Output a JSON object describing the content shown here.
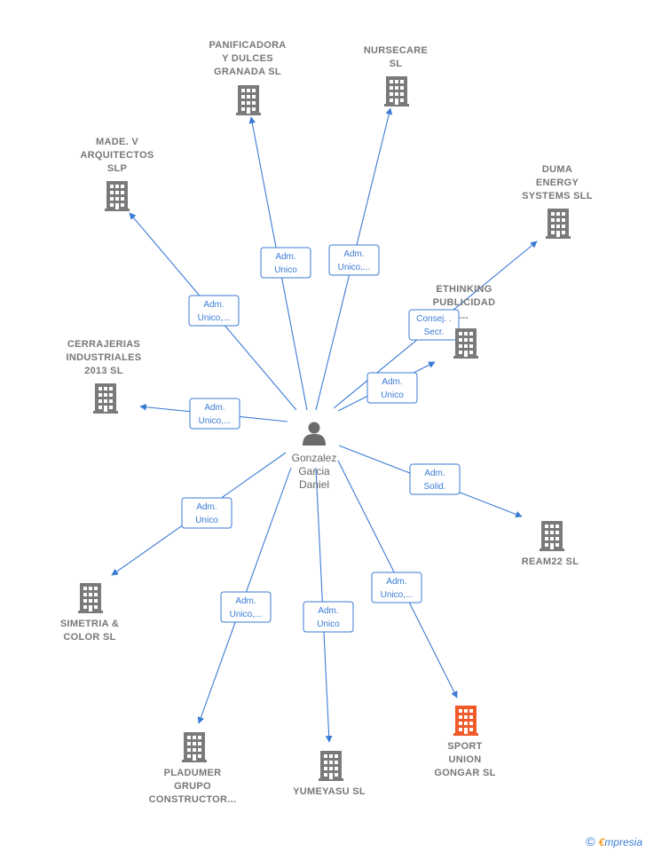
{
  "center": {
    "name_lines": [
      "Gonzalez",
      "Garcia",
      "Daniel"
    ],
    "icon": "person-icon"
  },
  "companies": [
    {
      "id": "panificadora",
      "lines": [
        "PANIFICADORA",
        "Y DULCES",
        "GRANADA SL"
      ],
      "highlight": false
    },
    {
      "id": "nursecare",
      "lines": [
        "NURSECARE",
        "SL"
      ],
      "highlight": false
    },
    {
      "id": "made",
      "lines": [
        "MADE.  V",
        "ARQUITECTOS",
        "SLP"
      ],
      "highlight": false
    },
    {
      "id": "duma",
      "lines": [
        "DUMA",
        "ENERGY",
        "SYSTEMS  SLL"
      ],
      "highlight": false
    },
    {
      "id": "ethinking",
      "lines": [
        "ETHINKING",
        "PUBLICIDAD",
        "..."
      ],
      "highlight": false
    },
    {
      "id": "cerrajerias",
      "lines": [
        "CERRAJERIAS",
        "INDUSTRIALES",
        "2013  SL"
      ],
      "highlight": false
    },
    {
      "id": "ream22",
      "lines": [
        "REAM22  SL"
      ],
      "highlight": false
    },
    {
      "id": "simetria",
      "lines": [
        "SIMETRIA &",
        "COLOR  SL"
      ],
      "highlight": false
    },
    {
      "id": "pladumer",
      "lines": [
        "PLADUMER",
        "GRUPO",
        "CONSTRUCTOR..."
      ],
      "highlight": false
    },
    {
      "id": "yumeyasu",
      "lines": [
        "YUMEYASU  SL"
      ],
      "highlight": false
    },
    {
      "id": "sport",
      "lines": [
        "SPORT",
        "UNION",
        "GONGAR  SL"
      ],
      "highlight": true
    }
  ],
  "relations": [
    {
      "to": "panificadora",
      "lines": [
        "Adm.",
        "Unico"
      ]
    },
    {
      "to": "nursecare",
      "lines": [
        "Adm.",
        "Unico,..."
      ]
    },
    {
      "to": "made",
      "lines": [
        "Adm.",
        "Unico,..."
      ]
    },
    {
      "to": "duma",
      "lines": [
        "Consej. .",
        "Secr."
      ]
    },
    {
      "to": "ethinking",
      "lines": [
        "Adm.",
        "Unico"
      ]
    },
    {
      "to": "cerrajerias",
      "lines": [
        "Adm.",
        "Unico,..."
      ]
    },
    {
      "to": "ream22",
      "lines": [
        "Adm.",
        "Solid."
      ]
    },
    {
      "to": "simetria",
      "lines": [
        "Adm.",
        "Unico"
      ]
    },
    {
      "to": "pladumer",
      "lines": [
        "Adm.",
        "Unico,..."
      ]
    },
    {
      "to": "yumeyasu",
      "lines": [
        "Adm.",
        "Unico"
      ]
    },
    {
      "to": "sport",
      "lines": [
        "Adm.",
        "Unico,..."
      ]
    }
  ],
  "colors": {
    "edge": "#3a7bd5",
    "building": "#7a7a7a",
    "building_highlight": "#f05a28",
    "label_border": "#3a7bd5"
  },
  "footer": {
    "copyright": "©",
    "brand_first": "€",
    "brand_rest": "mpresia"
  }
}
